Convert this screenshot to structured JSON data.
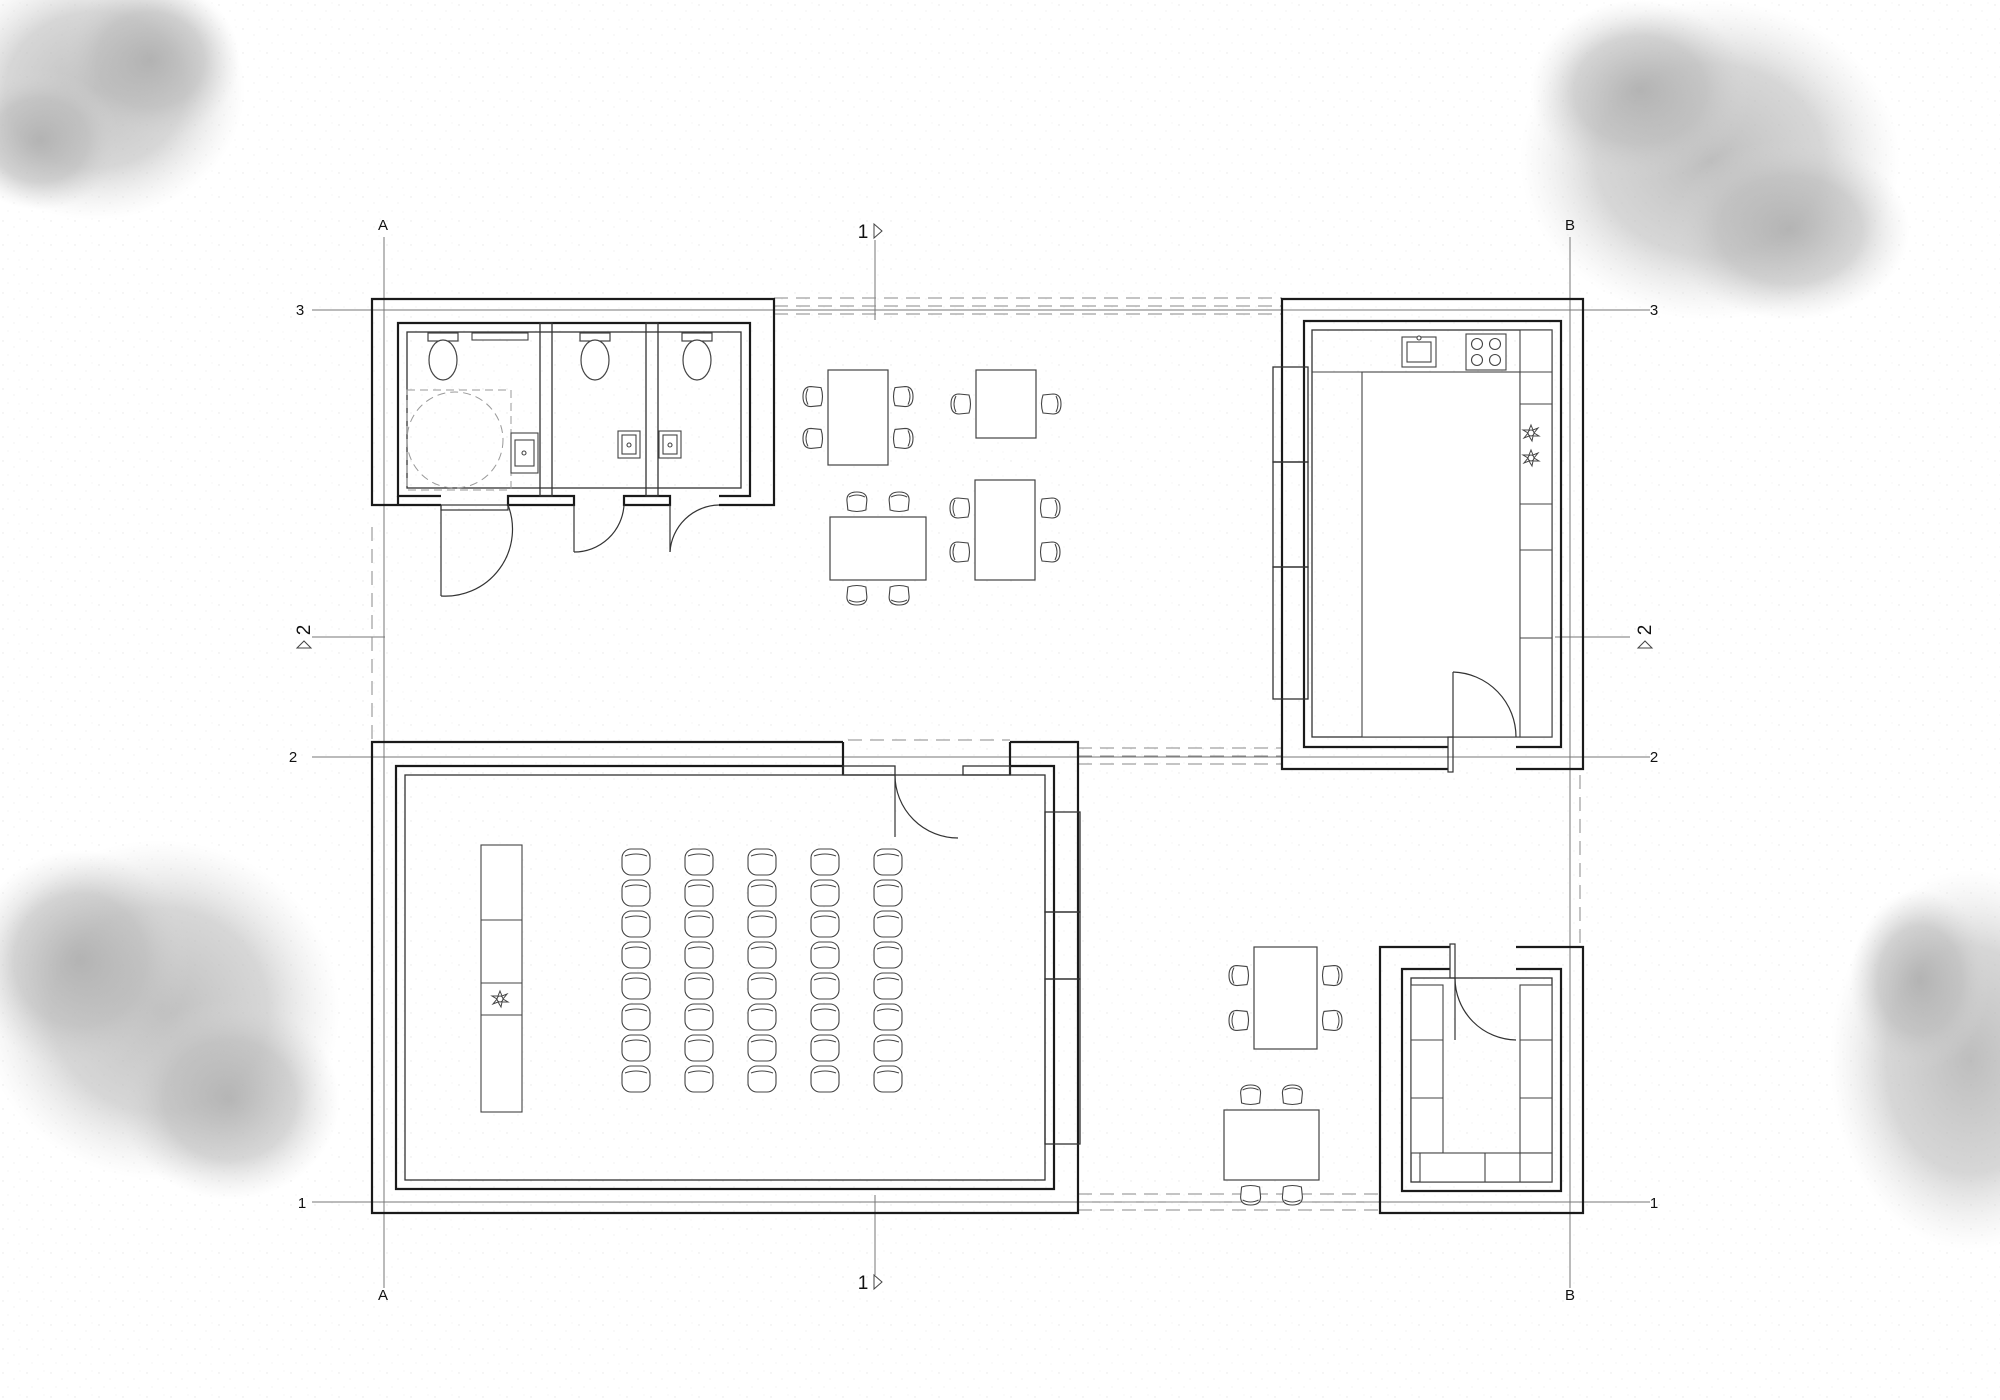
{
  "gridlines": {
    "A": "A",
    "B": "B",
    "r1": "1",
    "r2": "2",
    "r3": "3"
  },
  "sections": {
    "s1": "1",
    "s2": "2"
  },
  "colors": {
    "wall": "#1a1a1a",
    "line": "#333333",
    "thin": "#666666",
    "dash": "#8a8a8a",
    "tree": "#9a9a9a",
    "paper": "#ffffff"
  },
  "icons": {
    "tree": "tree-canopy-icon",
    "plant": "potted-plant-icon",
    "toilet": "toilet-icon",
    "sink": "sink-icon",
    "stove": "cooktop-icon",
    "chair": "chair-icon",
    "door": "door-swing-icon",
    "section": "section-marker-icon"
  }
}
